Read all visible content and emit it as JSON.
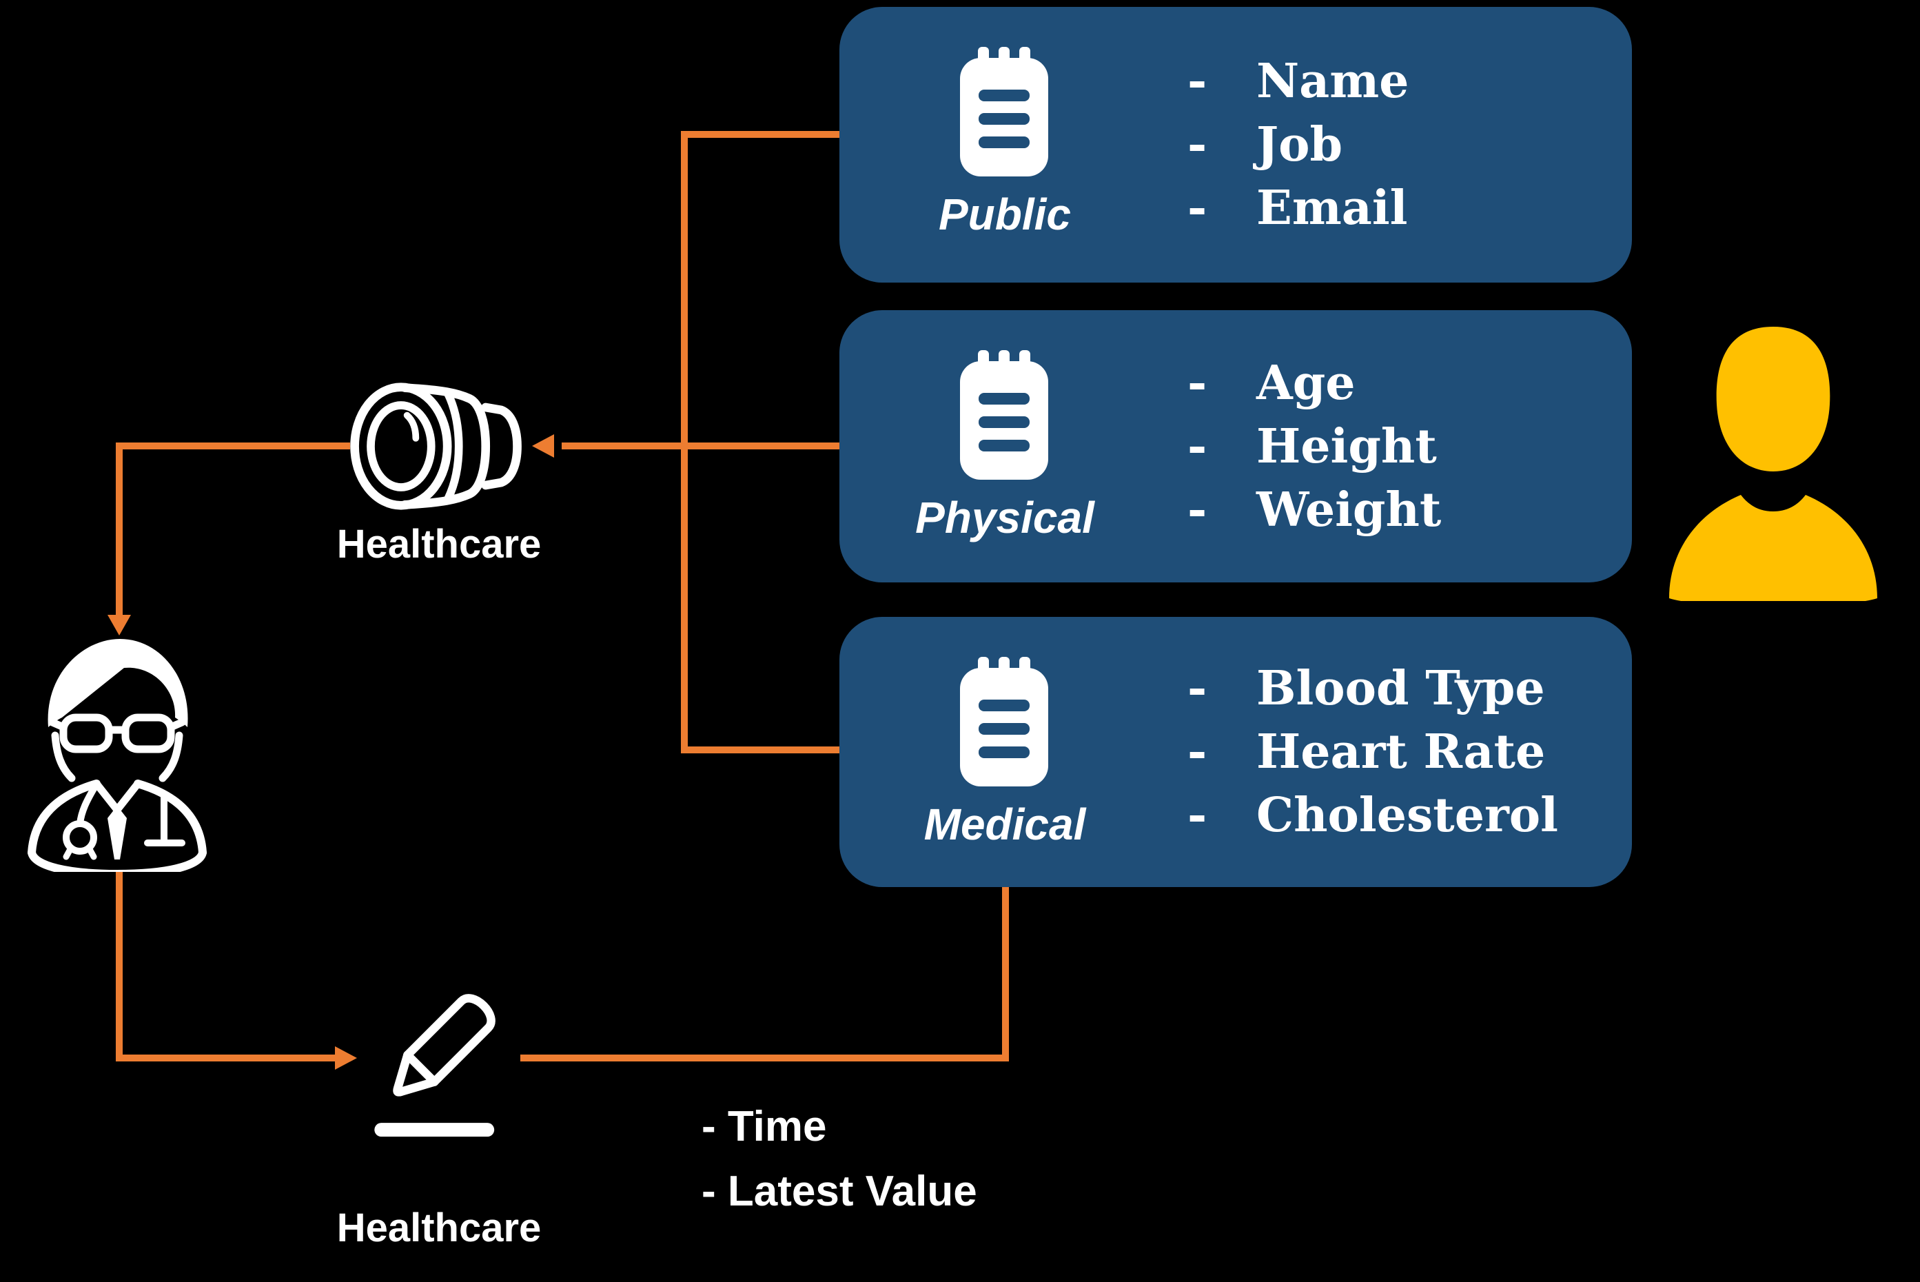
{
  "colors": {
    "background": "#000000",
    "card": "#1F4E78",
    "arrow": "#ED7D31",
    "person": "#FFC000",
    "icon": "#FFFFFF",
    "text": "#FFFFFF"
  },
  "bullet": "-",
  "cards": [
    {
      "title": "Public",
      "items": [
        "Name",
        "Job",
        "Email"
      ]
    },
    {
      "title": "Physical",
      "items": [
        "Age",
        "Height",
        "Weight"
      ]
    },
    {
      "title": "Medical",
      "items": [
        "Blood Type",
        "Heart Rate",
        "Cholesterol"
      ]
    }
  ],
  "sensor": {
    "label": "Healthcare"
  },
  "writer": {
    "label": "Healthcare"
  },
  "notes": [
    "- Time",
    "- Latest Value"
  ]
}
